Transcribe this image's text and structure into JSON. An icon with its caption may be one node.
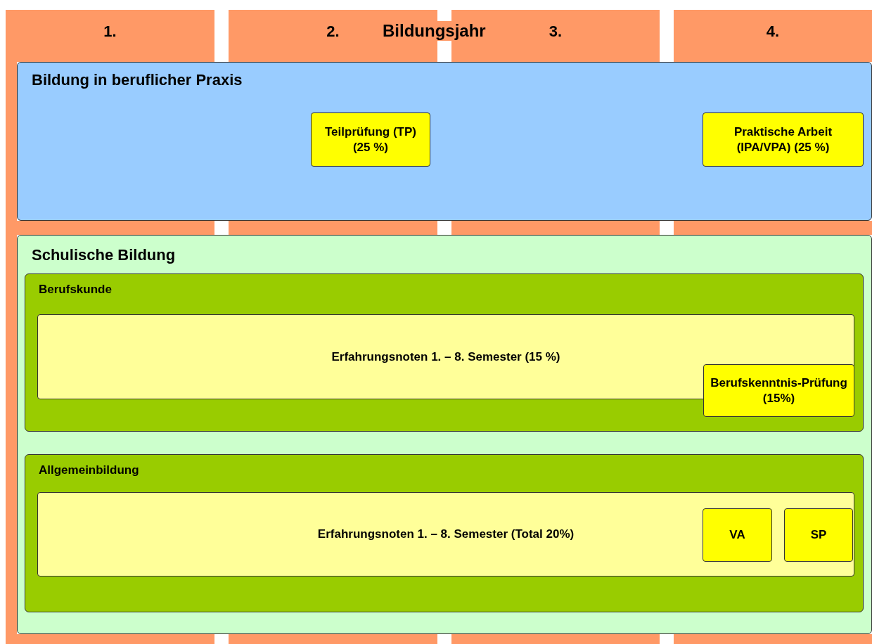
{
  "diagram": {
    "nodes": [
      {
        "text": [
          "1."
        ]
      },
      {
        "text": [
          "2."
        ]
      },
      {
        "text": [
          "3."
        ]
      },
      {
        "text": [
          "4."
        ]
      },
      {
        "text": [
          "Bildung in beruflicher Praxis"
        ]
      },
      {
        "text": [
          "Teilprüfung (TP) (25 %)"
        ],
        "in": 4
      },
      {
        "text": [
          "Praktische Arbeit (IPA/VPA) (25 %)"
        ],
        "in": 4
      },
      {
        "text": [
          "Schulische Bildung"
        ]
      },
      {
        "text": [
          "Berufskunde"
        ],
        "in": 7
      },
      {
        "text": [
          "Erfahrungsnoten 1. – 8. Semester (15 %)"
        ],
        "in": 8
      },
      {
        "text": [
          "Berufskenntnis-Prüfung (15%)"
        ],
        "in": 8
      },
      {
        "text": [
          "Allgemeinbildung"
        ],
        "in": 7
      },
      {
        "text": [
          "Erfahrungsnoten 1. – 8. Semester (Total 20%)"
        ],
        "in": 11
      },
      {
        "text": [
          "VA"
        ],
        "in": 12
      },
      {
        "text": [
          "SP"
        ],
        "in": 12
      }
    ],
    "labels": [
      "Bildungsjahr"
    ]
  }
}
